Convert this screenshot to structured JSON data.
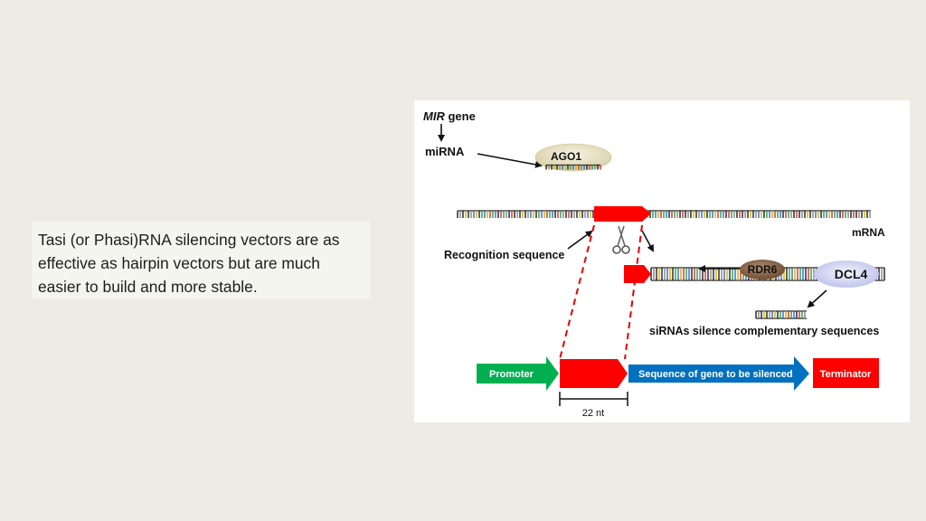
{
  "slide": {
    "body_text": "Tasi (or Phasi)RNA silencing vectors are as effective as hairpin vectors but are much easier to build and more stable."
  },
  "diagram": {
    "mir_gene_italic": "MIR",
    "mir_gene_rest": " gene",
    "mirna_label": "miRNA",
    "ago1_label": "AGO1",
    "mrna_label": "mRNA",
    "recognition_label": "Recognition sequence",
    "rdr6_label": "RDR6",
    "dcl4_label": "DCL4",
    "sirna_label": "siRNAs silence complementary sequences",
    "promoter_label": "Promoter",
    "gene_label": "Sequence of gene to be silenced",
    "terminator_label": "Terminator",
    "length_label": "22 nt",
    "scissors_icon": "scissors-icon",
    "colors": {
      "red": "#ff0000",
      "green": "#00b050",
      "blue": "#0070c0",
      "ago1": "#e9e2c6",
      "rdr6": "#8b6a4e",
      "dcl4": "#c9cfee"
    }
  }
}
